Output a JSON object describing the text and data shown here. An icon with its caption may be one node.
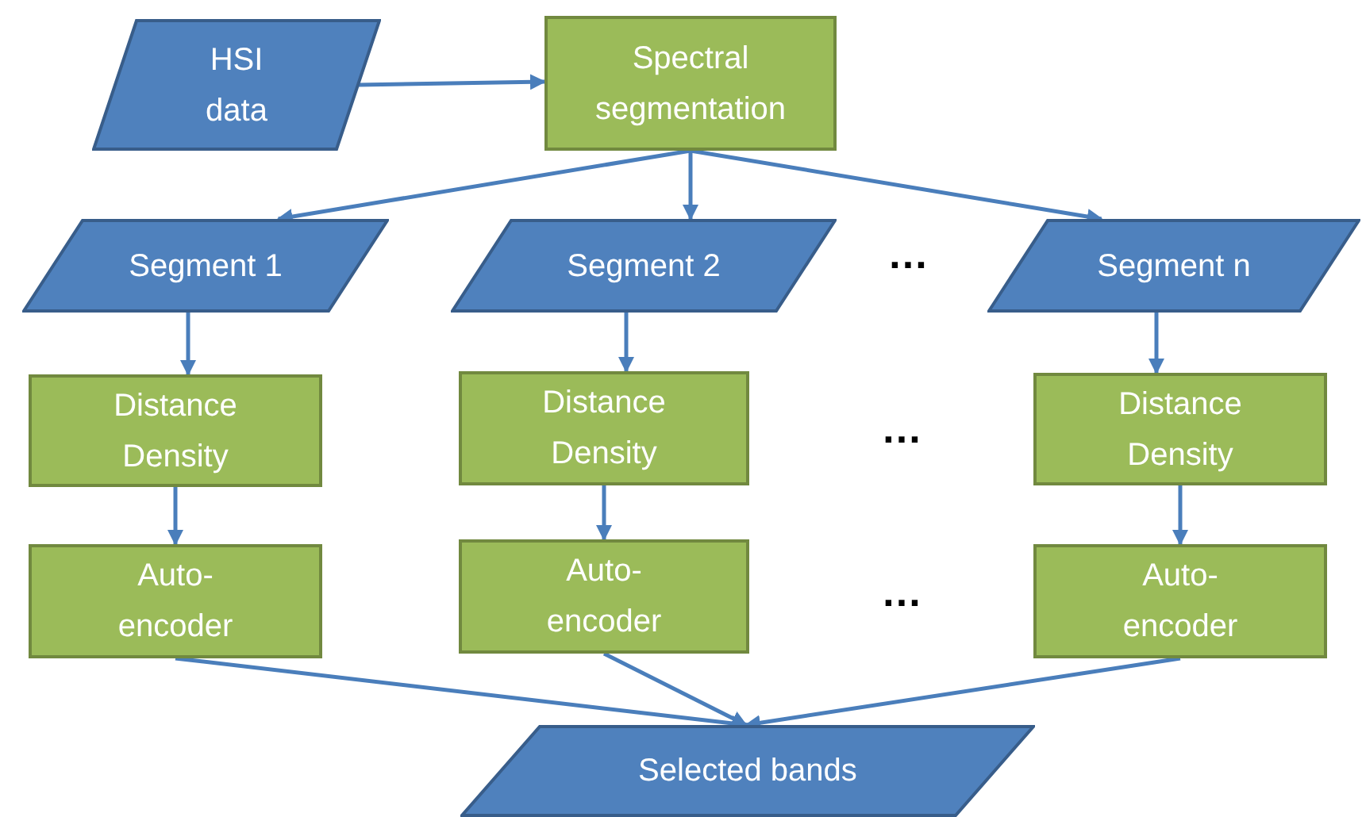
{
  "diagram": {
    "nodes": [
      {
        "text": [
          "HSI data"
        ]
      },
      {
        "text": [
          "Spectral segmentation"
        ]
      },
      {
        "text": [
          "Segment 1"
        ]
      },
      {
        "text": [
          "Segment 2"
        ]
      },
      {
        "text": [
          "Segment n"
        ]
      },
      {
        "text": [
          "Distance Density"
        ]
      },
      {
        "text": [
          "Distance Density"
        ]
      },
      {
        "text": [
          "Distance Density"
        ]
      },
      {
        "text": [
          "Auto-encoder"
        ]
      },
      {
        "text": [
          "Auto-encoder"
        ]
      },
      {
        "text": [
          "Auto-encoder"
        ]
      },
      {
        "text": [
          "Selected bands"
        ]
      }
    ],
    "edges": [
      {
        "from": 0,
        "to": 1,
        "arrow": "to"
      },
      {
        "from": 1,
        "to": 2,
        "arrow": "to"
      },
      {
        "from": 1,
        "to": 3,
        "arrow": "to"
      },
      {
        "from": 1,
        "to": 4,
        "arrow": "to"
      },
      {
        "from": 2,
        "to": 5,
        "arrow": "to"
      },
      {
        "from": 3,
        "to": 6,
        "arrow": "to"
      },
      {
        "from": 4,
        "to": 7,
        "arrow": "to"
      },
      {
        "from": 5,
        "to": 8,
        "arrow": "to"
      },
      {
        "from": 6,
        "to": 9,
        "arrow": "to"
      },
      {
        "from": 7,
        "to": 10,
        "arrow": "to"
      },
      {
        "from": 8,
        "to": 11,
        "arrow": "to"
      },
      {
        "from": 9,
        "to": 11,
        "arrow": "to"
      },
      {
        "from": 10,
        "to": 11,
        "arrow": "to"
      }
    ],
    "labels": [
      "…",
      "…",
      "…"
    ]
  }
}
